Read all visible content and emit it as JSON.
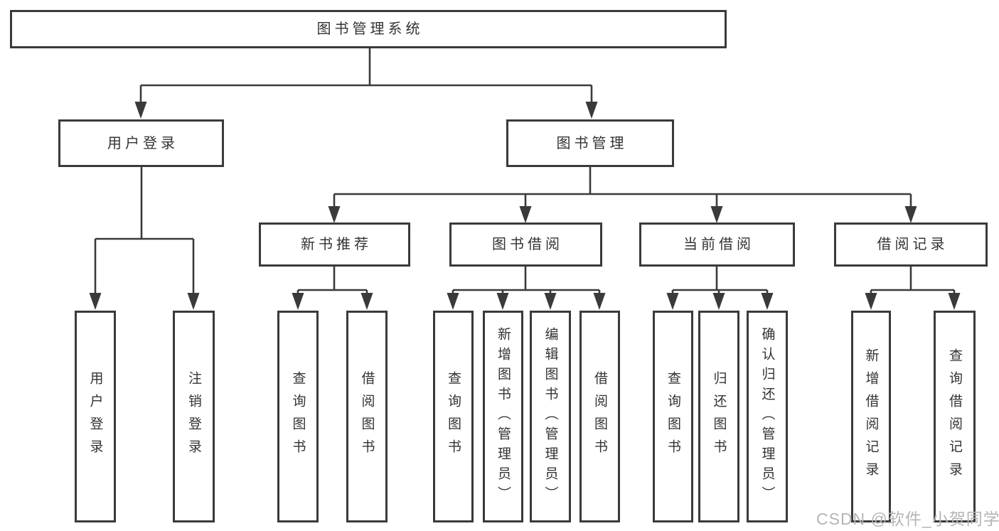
{
  "diagram": {
    "type": "hierarchy-tree",
    "colors": {
      "line": "#3a3a3a",
      "box_border": "#3a3a3a",
      "text": "#333333",
      "background": "#ffffff",
      "watermark": "#b5b5b5"
    },
    "tree": {
      "root": {
        "label": "图书管理系统"
      },
      "branches": [
        {
          "label": "用户登录",
          "children": [
            {
              "label": "用户登录"
            },
            {
              "label": "注销登录"
            }
          ]
        },
        {
          "label": "图书管理",
          "sections": [
            {
              "label": "新书推荐",
              "children": [
                {
                  "label": "查询图书"
                },
                {
                  "label": "借阅图书"
                }
              ]
            },
            {
              "label": "图书借阅",
              "children": [
                {
                  "label": "查询图书"
                },
                {
                  "label": "新增图书（管理员）"
                },
                {
                  "label": "编辑图书（管理员）"
                },
                {
                  "label": "借阅图书"
                }
              ]
            },
            {
              "label": "当前借阅",
              "children": [
                {
                  "label": "查询图书"
                },
                {
                  "label": "归还图书"
                },
                {
                  "label": "确认归还（管理员）"
                }
              ]
            },
            {
              "label": "借阅记录",
              "children": [
                {
                  "label": "新增借阅记录"
                },
                {
                  "label": "查询借阅记录"
                }
              ]
            }
          ]
        }
      ]
    },
    "watermark": {
      "text": "CSDN @软件_小贺同学"
    }
  }
}
